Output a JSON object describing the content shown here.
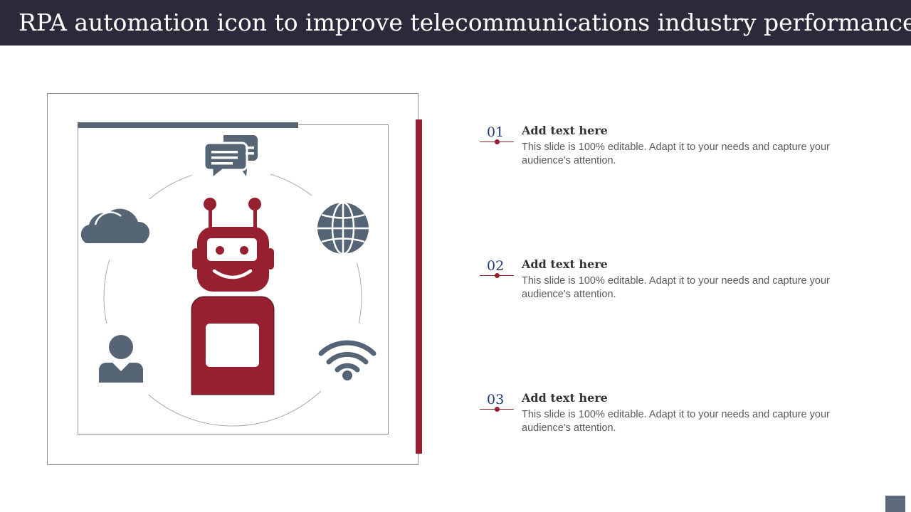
{
  "title": "RPA automation icon to improve telecommunications industry performance",
  "colors": {
    "header_bg": "#2b2a3a",
    "accent_red": "#962030",
    "icon_gray": "#556575",
    "number_blue": "#1f3a6b"
  },
  "illustration": {
    "center_icon": "robot-icon",
    "orbit_icons": [
      "chat-bubbles-icon",
      "globe-icon",
      "wifi-icon",
      "user-icon",
      "cloud-icon"
    ]
  },
  "items": [
    {
      "number": "01",
      "heading": "Add text here",
      "body": "This slide is 100% editable. Adapt it to your needs and capture your audience's attention."
    },
    {
      "number": "02",
      "heading": "Add text here",
      "body": "This slide is 100% editable. Adapt it to your needs and capture your audience's attention."
    },
    {
      "number": "03",
      "heading": "Add text here",
      "body": "This slide is 100% editable. Adapt it to your needs and capture your audience's attention."
    }
  ]
}
